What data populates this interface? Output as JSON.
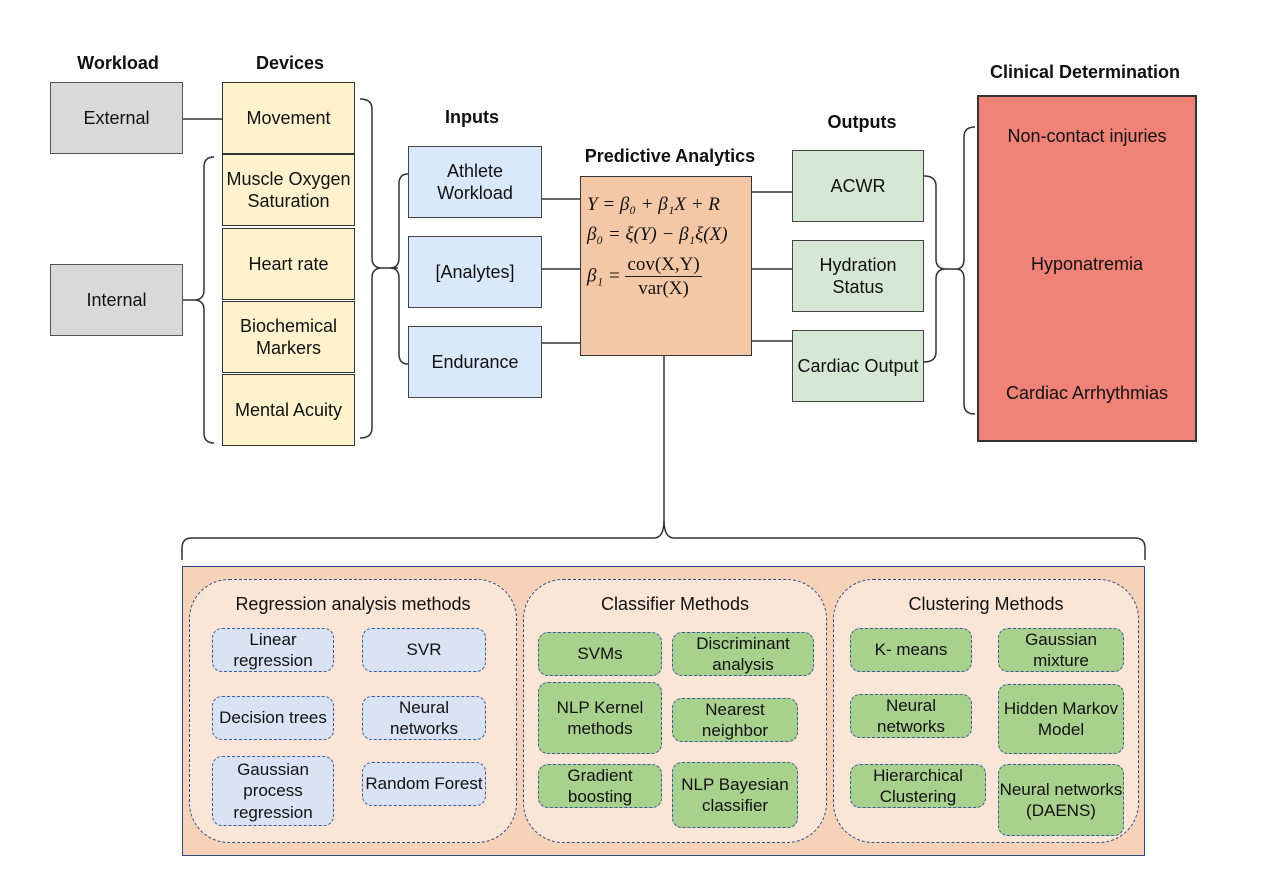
{
  "headers": {
    "workload": "Workload",
    "devices": "Devices",
    "inputs": "Inputs",
    "predictive": "Predictive Analytics",
    "outputs": "Outputs",
    "clinical": "Clinical Determination"
  },
  "workload": {
    "external": "External",
    "internal": "Internal"
  },
  "devices": [
    "Movement",
    "Muscle Oxygen Saturation",
    "Heart rate",
    "Biochemical Markers",
    "Mental Acuity"
  ],
  "inputs": [
    "Athlete Workload",
    "[Analytes]",
    "Endurance"
  ],
  "equations": {
    "eq1": "Y = β₀ + β₁X + R",
    "eq2": "β₀ = ξ(Y) − β₁ξ(X)",
    "eq3_lhs": "β₁ =",
    "eq3_num": "cov(X,Y)",
    "eq3_den": "var(X)"
  },
  "outputs": [
    "ACWR",
    "Hydration Status",
    "Cardiac Output"
  ],
  "clinical": [
    "Non-contact injuries",
    "Hyponatremia",
    "Cardiac Arrhythmias"
  ],
  "methods": {
    "regression": {
      "title": "Regression analysis methods",
      "items": [
        "Linear regression",
        "SVR",
        "Decision trees",
        "Neural networks",
        "Gaussian process regression",
        "Random Forest"
      ]
    },
    "classifier": {
      "title": "Classifier Methods",
      "items": [
        "SVMs",
        "Discriminant analysis",
        "NLP Kernel methods",
        "Nearest neighbor",
        "Gradient boosting",
        "NLP Bayesian classifier"
      ]
    },
    "clustering": {
      "title": "Clustering Methods",
      "items": [
        "K- means",
        "Gaussian mixture",
        "Neural networks",
        "Hidden Markov Model",
        "Hierarchical Clustering",
        "Neural networks (DAENS)"
      ]
    }
  }
}
